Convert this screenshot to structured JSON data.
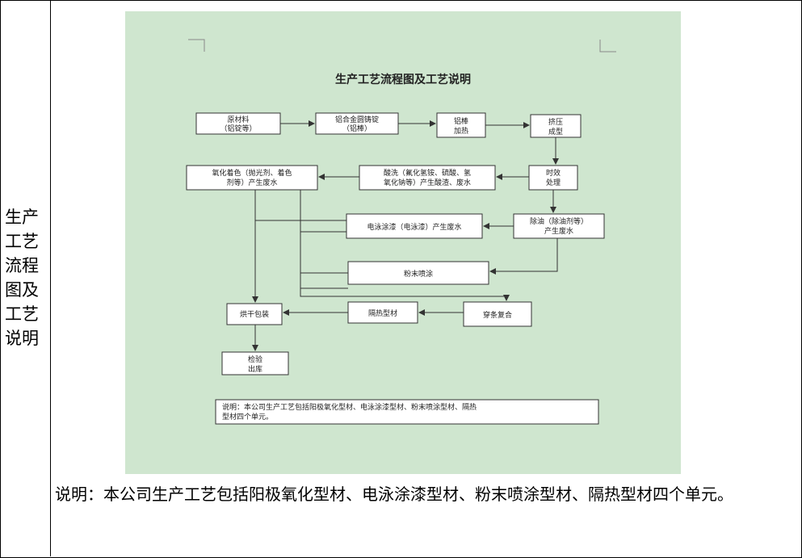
{
  "row_label": [
    "生产",
    "工艺",
    "流程",
    "图及",
    "工艺",
    "说明"
  ],
  "figure": {
    "title": "生产工艺流程图及工艺说明",
    "nodes": {
      "raw_material": [
        "原材料",
        "（铝锭等）"
      ],
      "alloy_casting": [
        "铝合金圆铸锭",
        "（铝棒）"
      ],
      "rod_heating": [
        "铝棒",
        "加热"
      ],
      "extrusion": [
        "挤压",
        "成型"
      ],
      "aging": [
        "时效",
        "处理"
      ],
      "pickling": [
        "酸洗（氟化氢铵、硫酸、氢",
        "氧化钠等）产生酸渣、废水"
      ],
      "oxidation_coloring": [
        "氧化着色（抛光剂、着色",
        "剂等）产生废水"
      ],
      "electrophoresis": [
        "电泳涂漆（电泳漆）产生废水"
      ],
      "degreasing": [
        "除油（除油剂等）",
        "产生废水"
      ],
      "powder_coating": [
        "粉末喷涂"
      ],
      "drying_packing": [
        "烘干包装"
      ],
      "thermal_insulation": [
        "隔热型材"
      ],
      "strip_composite": [
        "穿条复合"
      ],
      "inspection": [
        "检验",
        "出库"
      ]
    },
    "note": [
      "说明：本公司生产工艺包括阳极氧化型材、电泳涂漆型材、粉末喷涂型材、隔热",
      "型材四个单元。"
    ],
    "colors": {
      "background": "#cfe6cf",
      "line": "#333333",
      "box": "#ffffff"
    }
  },
  "description": "说明：本公司生产工艺包括阳极氧化型材、电泳涂漆型材、粉末喷涂型材、隔热型材四个单元。"
}
